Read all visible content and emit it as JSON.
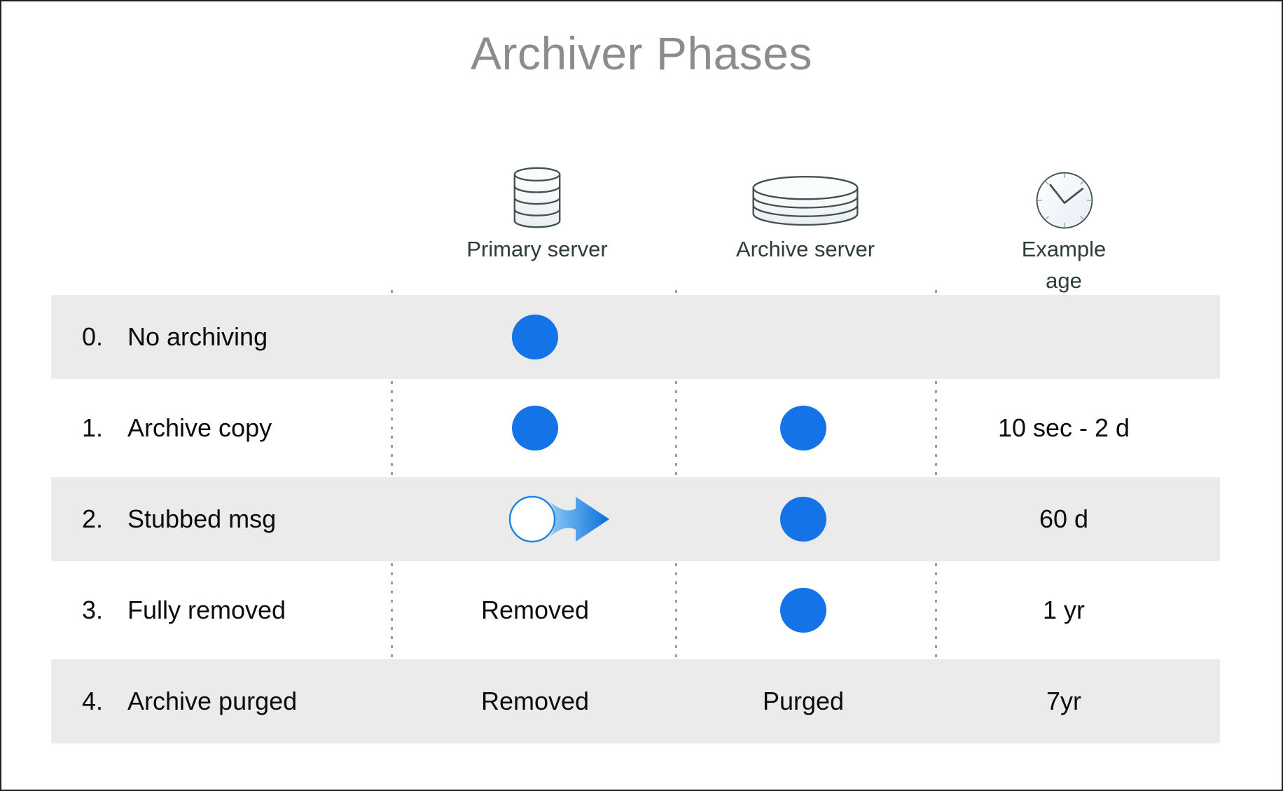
{
  "title": "Archiver Phases",
  "columns": [
    {
      "id": "primary",
      "label": "Primary server",
      "icon": "database-cylinder-icon"
    },
    {
      "id": "archive",
      "label": "Archive server",
      "icon": "disk-stack-icon"
    },
    {
      "id": "age",
      "label": "Example age",
      "icon": "clock-icon"
    }
  ],
  "rows": [
    {
      "num": "0.",
      "label": "No archiving",
      "shaded": true,
      "primary": {
        "type": "dot"
      },
      "archive": {
        "type": "none"
      },
      "age": ""
    },
    {
      "num": "1.",
      "label": "Archive copy",
      "shaded": false,
      "primary": {
        "type": "dot"
      },
      "archive": {
        "type": "dot"
      },
      "age": "10 sec - 2 d"
    },
    {
      "num": "2.",
      "label": "Stubbed msg",
      "shaded": true,
      "primary": {
        "type": "stub-arrow"
      },
      "archive": {
        "type": "dot"
      },
      "age": "60 d"
    },
    {
      "num": "3.",
      "label": "Fully removed",
      "shaded": false,
      "primary": {
        "type": "text",
        "text": "Removed"
      },
      "archive": {
        "type": "dot"
      },
      "age": "1 yr"
    },
    {
      "num": "4.",
      "label": "Archive purged",
      "shaded": true,
      "primary": {
        "type": "text",
        "text": "Removed"
      },
      "archive": {
        "type": "text",
        "text": "Purged"
      },
      "age": "7yr"
    }
  ],
  "colors": {
    "accent_blue": "#1473e6",
    "stub_circle_stroke": "#1e88e5",
    "arrow_gradient_start": "#8ccbf5",
    "arrow_gradient_end": "#0c6eda",
    "shaded_row": "#ebebeb",
    "divider_dots": "#8fa3a3",
    "title_gray": "#8c8c8c",
    "header_label": "#2e3c3b",
    "icon_stroke": "#41524f",
    "body_text": "#0c0c0c"
  }
}
